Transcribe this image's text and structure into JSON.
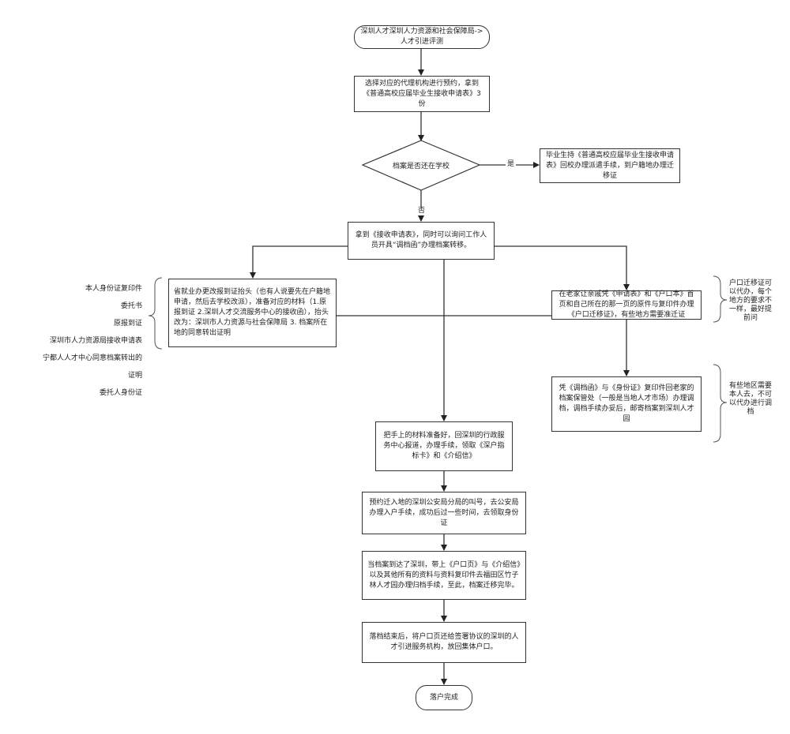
{
  "nodes": {
    "start": "深圳人才深圳人力资源和社会保障局->人才引进评测",
    "step1": "选择对应的代理机构进行预约，拿到《普通高校应届毕业生接收申请表》3份",
    "decision": "档案是否还在学校",
    "yes_box": "毕业生持《普通高校应届毕业生接收申请表》回校办理派遣手续，到户籍地办理迁移证",
    "step2": "拿到《接收申请表》，同时可以询问工作人员开具“调档函”办理档案转移。",
    "left_box": "省就业办更改报到证抬头（也有人说要先在户籍地申请，然后去学校改派），准备对应的材料（1.原报到证 2.深圳人才交流服务中心的接收函），抬头改为：深圳市人力资源与社会保障局 3. 档案所在地的同意转出证明",
    "right_box1": "在老家让亲戚凭《申请表》和《户口本》首页和自己所在的那一页的原件与复印件办理《户口迁移证》，有些地方需要准迁证",
    "right_box2": "凭《调档函》与《身份证》复印件回老家的档案保管处（一般是当地人才市场）办理调档，调档手续办妥后，邮寄档案到深圳人才园",
    "step3": "把手上的材料准备好，回深圳的行政服务中心报道，办理手续，领取《深户指标卡》和《介绍信》",
    "step4": "预约迁入地的深圳公安局分局的叫号，去公安局办理入户手续，成功后过一些时间，去领取身份证",
    "step5": "当档案到达了深圳，带上《户口页》与《介绍信》以及其他所有的资料与资料复印件去福田区竹子林人才园办理归档手续，至此，档案迁移完毕。",
    "step6": "落档结束后，将户口页还给签署协议的深圳的人才引进服务机构，放回集体户口。",
    "end": "落户完成"
  },
  "edge_labels": {
    "yes": "是",
    "no": "否"
  },
  "notes": {
    "left_lines": [
      "本人身份证复印件",
      "委托书",
      "原报到证",
      "深圳市人力资源局接收申请表",
      "宁都人人才中心同意档案转出的",
      "证明",
      "委托人身份证"
    ],
    "right1": "户口迁移证可以代办，每个地方的要求不一样，最好提前问",
    "right2": "有些地区需要本人去，不可以代办进行调档"
  }
}
